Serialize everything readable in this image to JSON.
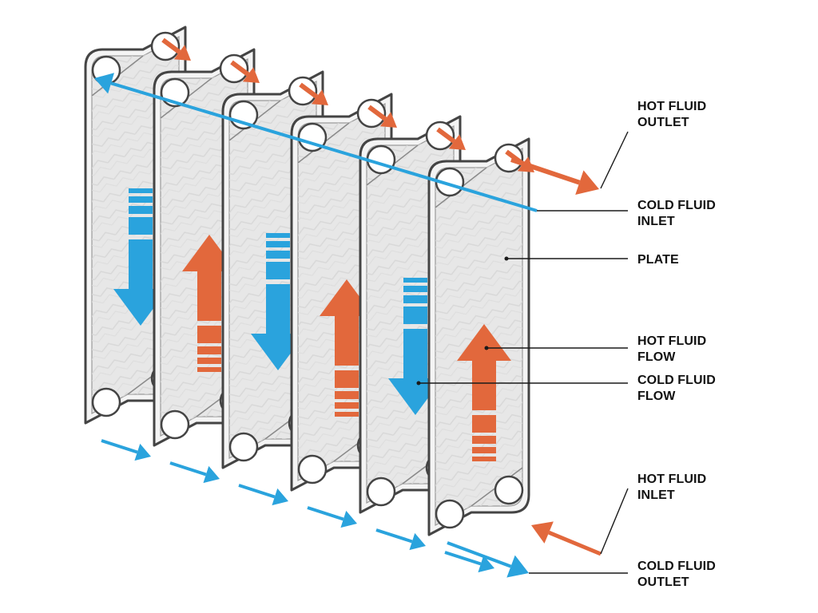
{
  "colors": {
    "hot": "#e2683c",
    "cold": "#2aa3dd",
    "plate_fill": "#e7e7e7",
    "plate_outline": "#444444",
    "frame_fill": "#f4f4f4",
    "leader_line": "#1a1a1a"
  },
  "plate_count": 6,
  "labels": {
    "hot_fluid_outlet": [
      "HOT FLUID",
      "OUTLET"
    ],
    "cold_fluid_inlet": [
      "COLD FLUID",
      "INLET"
    ],
    "plate": [
      "PLATE"
    ],
    "hot_fluid_flow": [
      "HOT FLUID",
      "FLOW"
    ],
    "cold_fluid_flow": [
      "COLD FLUID",
      "FLOW"
    ],
    "hot_fluid_inlet": [
      "HOT FLUID",
      "INLET"
    ],
    "cold_fluid_outlet": [
      "COLD FLUID",
      "OUTLET"
    ]
  }
}
